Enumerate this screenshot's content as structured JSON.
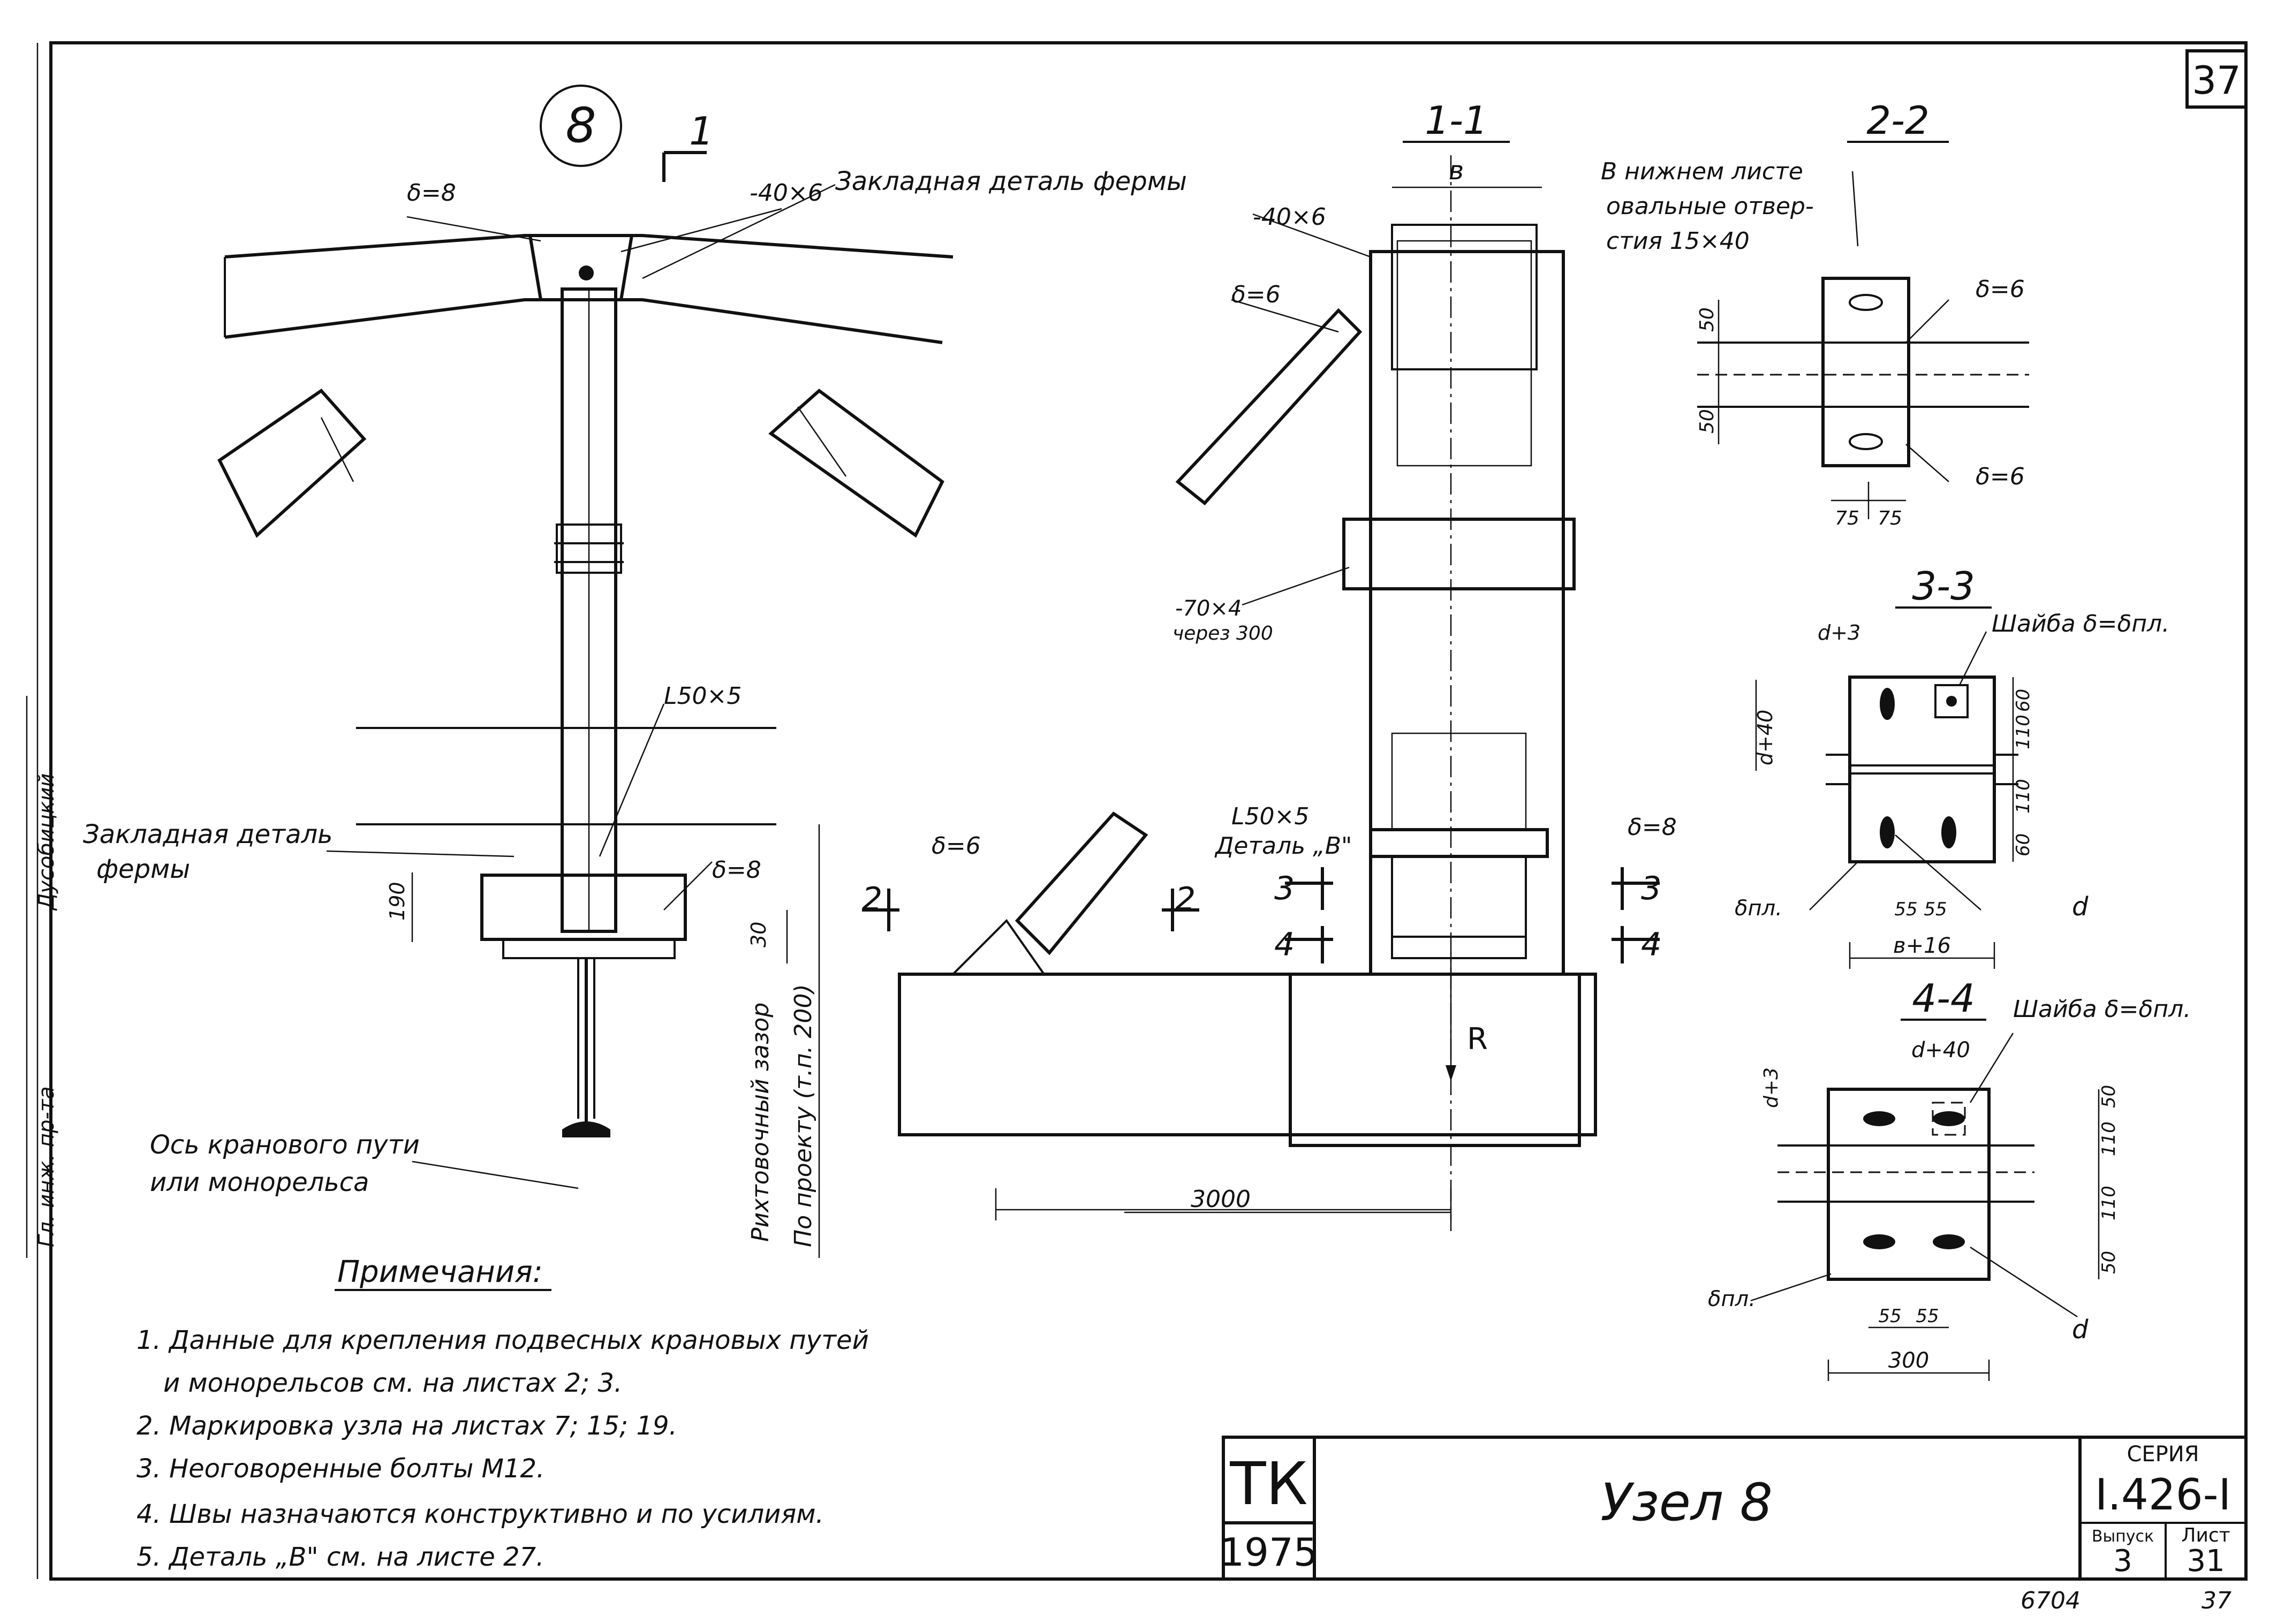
{
  "sheet_number": "37",
  "node": {
    "number": "8",
    "section_mark": "1",
    "labels": {
      "delta8_top": "δ=8",
      "plate_40x6": "-40×6",
      "embedded_truss": "Закладная деталь фермы",
      "angle": "L50×5",
      "embedded_left_line1": "Закладная деталь",
      "embedded_left_line2": "фермы",
      "dim_190": "190",
      "dim_30": "30",
      "delta8_beam": "δ=8",
      "gap_label": "Рихтовочный зазор",
      "design_label": "По проекту (т.п. 200)",
      "axis_line1": "Ось кранового пути",
      "axis_line2": "или монорельса"
    }
  },
  "section_1_1": {
    "title": "1-1",
    "dim_b": "в",
    "plate": "-40×6",
    "delta6": "δ=6",
    "strap_line1": "-70×4",
    "strap_line2": "через 300",
    "angle": "L50×5",
    "detail": "Деталь „В\"",
    "delta8": "δ=8",
    "load": "R",
    "mark3": "3",
    "mark4": "4"
  },
  "section_2_2_view": {
    "delta6": "δ=6",
    "mark2": "2",
    "span": "3000"
  },
  "section_2_2": {
    "title": "2-2",
    "note_line1": "В нижнем листе",
    "note_line2": "овальные отвер-",
    "note_line3": "стия 15×40",
    "delta6_top": "δ=6",
    "delta6_bottom": "δ=6",
    "dim_50a": "50",
    "dim_50b": "50",
    "dim_75a": "75",
    "dim_75b": "75"
  },
  "section_3_3": {
    "title": "3-3",
    "washer": "Шайба δ=δпл.",
    "d3": "d+3",
    "d40": "d+40",
    "dim_60a": "60",
    "dim_110a": "110",
    "dim_110b": "110",
    "dim_60b": "60",
    "dim_55a": "55",
    "dim_55b": "55",
    "b16": "в+16",
    "dpl": "δпл.",
    "d": "d"
  },
  "section_4_4": {
    "title": "4-4",
    "washer": "Шайба δ=δпл.",
    "d40": "d+40",
    "d3": "d+3",
    "dim_50a": "50",
    "dim_110a": "110",
    "dim_110b": "110",
    "dim_50b": "50",
    "dim_55a": "55",
    "dim_55b": "55",
    "dim_300": "300",
    "dpl": "δпл.",
    "d": "d"
  },
  "notes": {
    "title": "Примечания:",
    "items": [
      "1. Данные для крепления подвесных крановых путей",
      "и монорельсов см. на листах 2; 3.",
      "2. Маркировка узла на листах 7; 15; 19.",
      "3. Неоговоренные болты М12.",
      "4. Швы назначаются конструктивно и по усилиям.",
      "5. Деталь „В\" см. на листе 27."
    ]
  },
  "margin": {
    "label1": "Гл. инж. пр-та",
    "label2": "Дусобицкий"
  },
  "title_block": {
    "org": "ТК",
    "year": "1975",
    "title": "Узел 8",
    "series_label": "СЕРИЯ",
    "series": "I.426-I",
    "issue_label": "Выпуск",
    "issue": "3",
    "sheet_label": "Лист",
    "sheet": "31"
  },
  "footer": {
    "code": "6704",
    "page": "37"
  }
}
